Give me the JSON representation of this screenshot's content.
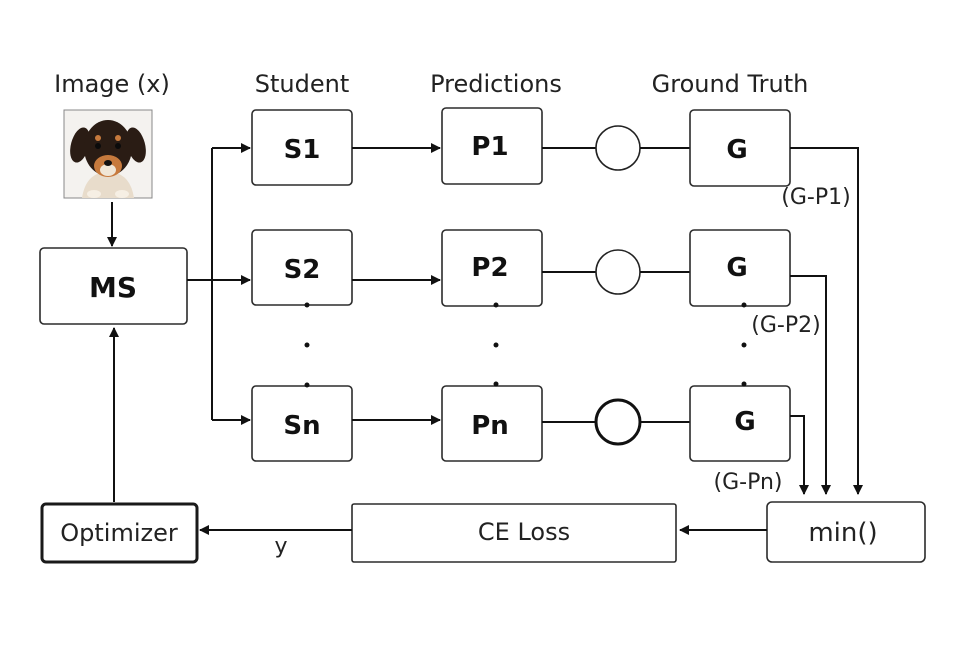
{
  "headers": {
    "image": "Image (x)",
    "student": "Student",
    "predictions": "Predictions",
    "ground_truth": "Ground Truth"
  },
  "nodes": {
    "ms": "MS",
    "s1": "S1",
    "s2": "S2",
    "sn": "Sn",
    "p1": "P1",
    "p2": "P2",
    "pn": "Pn",
    "g1": "G",
    "g2": "G",
    "gn": "G",
    "optimizer": "Optimizer",
    "ce_loss": "CE Loss",
    "min": "min()"
  },
  "edge_labels": {
    "gp1": "(G-P1)",
    "gp2": "(G-P2)",
    "gpn": "(G-Pn)",
    "y": "y"
  },
  "image_subject": "puppy photo"
}
